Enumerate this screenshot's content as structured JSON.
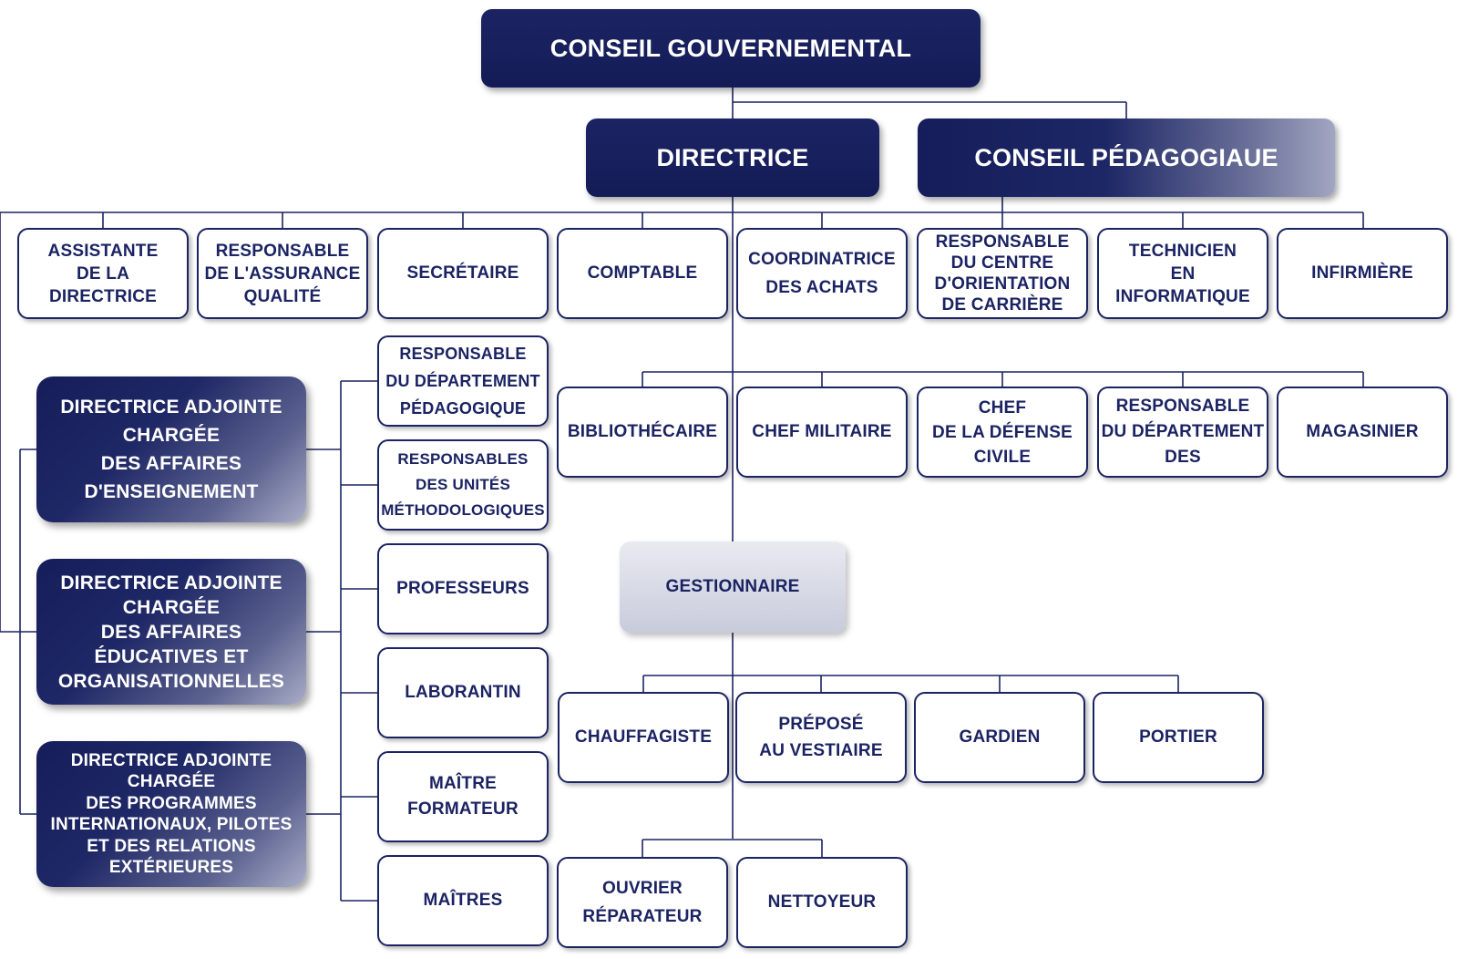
{
  "org": {
    "conseil_gouvernemental": "CONSEIL GOUVERNEMENTAL",
    "directrice": "DIRECTRICE",
    "conseil_pedagogique": "CONSEIL PÉDAGOGIAUE",
    "assistante": "ASSISTANTE\nDE LA\nDIRECTRICE",
    "resp_assurance": "RESPONSABLE\nDE L'ASSURANCE\nQUALITÉ",
    "secretaire": "SECRÉTAIRE",
    "comptable": "COMPTABLE",
    "coordinatrice": "COORDINATRICE\nDES ACHATS",
    "resp_orientation": "RESPONSABLE\nDU CENTRE\nD'ORIENTATION\nDE CARRIÈRE",
    "technicien": "TECHNICIEN\nEN\nINFORMATIQUE",
    "infirmiere": "INFIRMIÈRE",
    "adj_enseignement": "DIRECTRICE ADJOINTE\nCHARGÉE\nDES AFFAIRES\nD'ENSEIGNEMENT",
    "adj_educatives": "DIRECTRICE ADJOINTE\nCHARGÉE\nDES AFFAIRES\nÉDUCATIVES ET\nORGANISATIONNELLES",
    "adj_programmes": "DIRECTRICE ADJOINTE\nCHARGÉE\nDES PROGRAMMES\nINTERNATIONAUX, PILOTES\nET DES RELATIONS\nEXTÉRIEURES",
    "resp_dep_pedagogique": "RESPONSABLE\nDU DÉPARTEMENT\nPÉDAGOGIQUE",
    "resp_unites": "RESPONSABLES\nDES UNITÉS\nMÉTHODOLOGIQUES",
    "professeurs": "PROFESSEURS",
    "laborantin": "LABORANTIN",
    "maitre_formateur": "MAÎTRE\nFORMATEUR",
    "maitres": "MAÎTRES",
    "bibliothecaire": "BIBLIOTHÉCAIRE",
    "chef_militaire": "CHEF MILITAIRE",
    "chef_defense": "CHEF\nDE LA DÉFENSE\nCIVILE",
    "resp_dep_des": "RESPONSABLE\nDU DÉPARTEMENT\nDES",
    "magasinier": "MAGASINIER",
    "gestionnaire": "GESTIONNAIRE",
    "chauffagiste": "CHAUFFAGISTE",
    "prepose": "PRÉPOSÉ\nAU VESTIAIRE",
    "gardien": "GARDIEN",
    "portier": "PORTIER",
    "ouvrier": "OUVRIER\nRÉPARATEUR",
    "nettoyeur": "NETTOYEUR"
  },
  "colors": {
    "navy": "#1b2363",
    "line": "#1b2363"
  }
}
